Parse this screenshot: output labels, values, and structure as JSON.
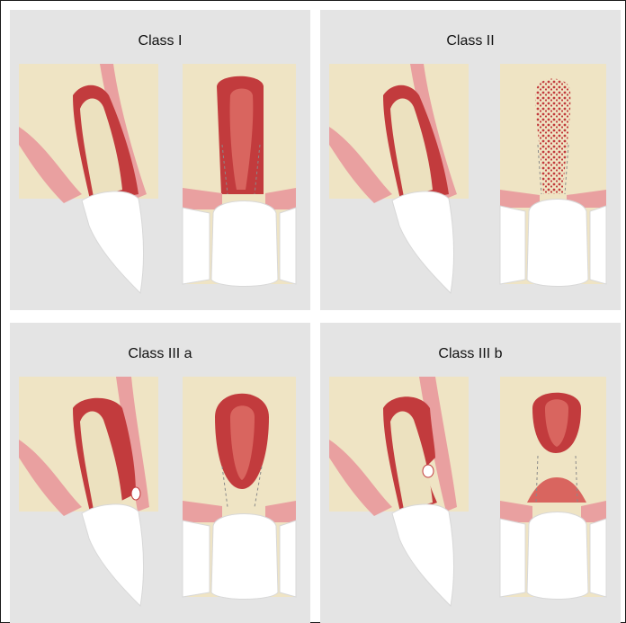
{
  "panels": [
    {
      "title": "Class I",
      "variant": "class-1"
    },
    {
      "title": "Class II",
      "variant": "class-2"
    },
    {
      "title": "Class III a",
      "variant": "class-3a"
    },
    {
      "title": "Class III b",
      "variant": "class-3b"
    }
  ],
  "colors": {
    "panel_bg": "#e4e4e4",
    "bone": "#efe4c4",
    "gingiva": "#e9a0a0",
    "defect": "#c23b3d",
    "defect_inner": "#d9655f",
    "root": "#ece1bf",
    "crown": "#ffffff"
  }
}
